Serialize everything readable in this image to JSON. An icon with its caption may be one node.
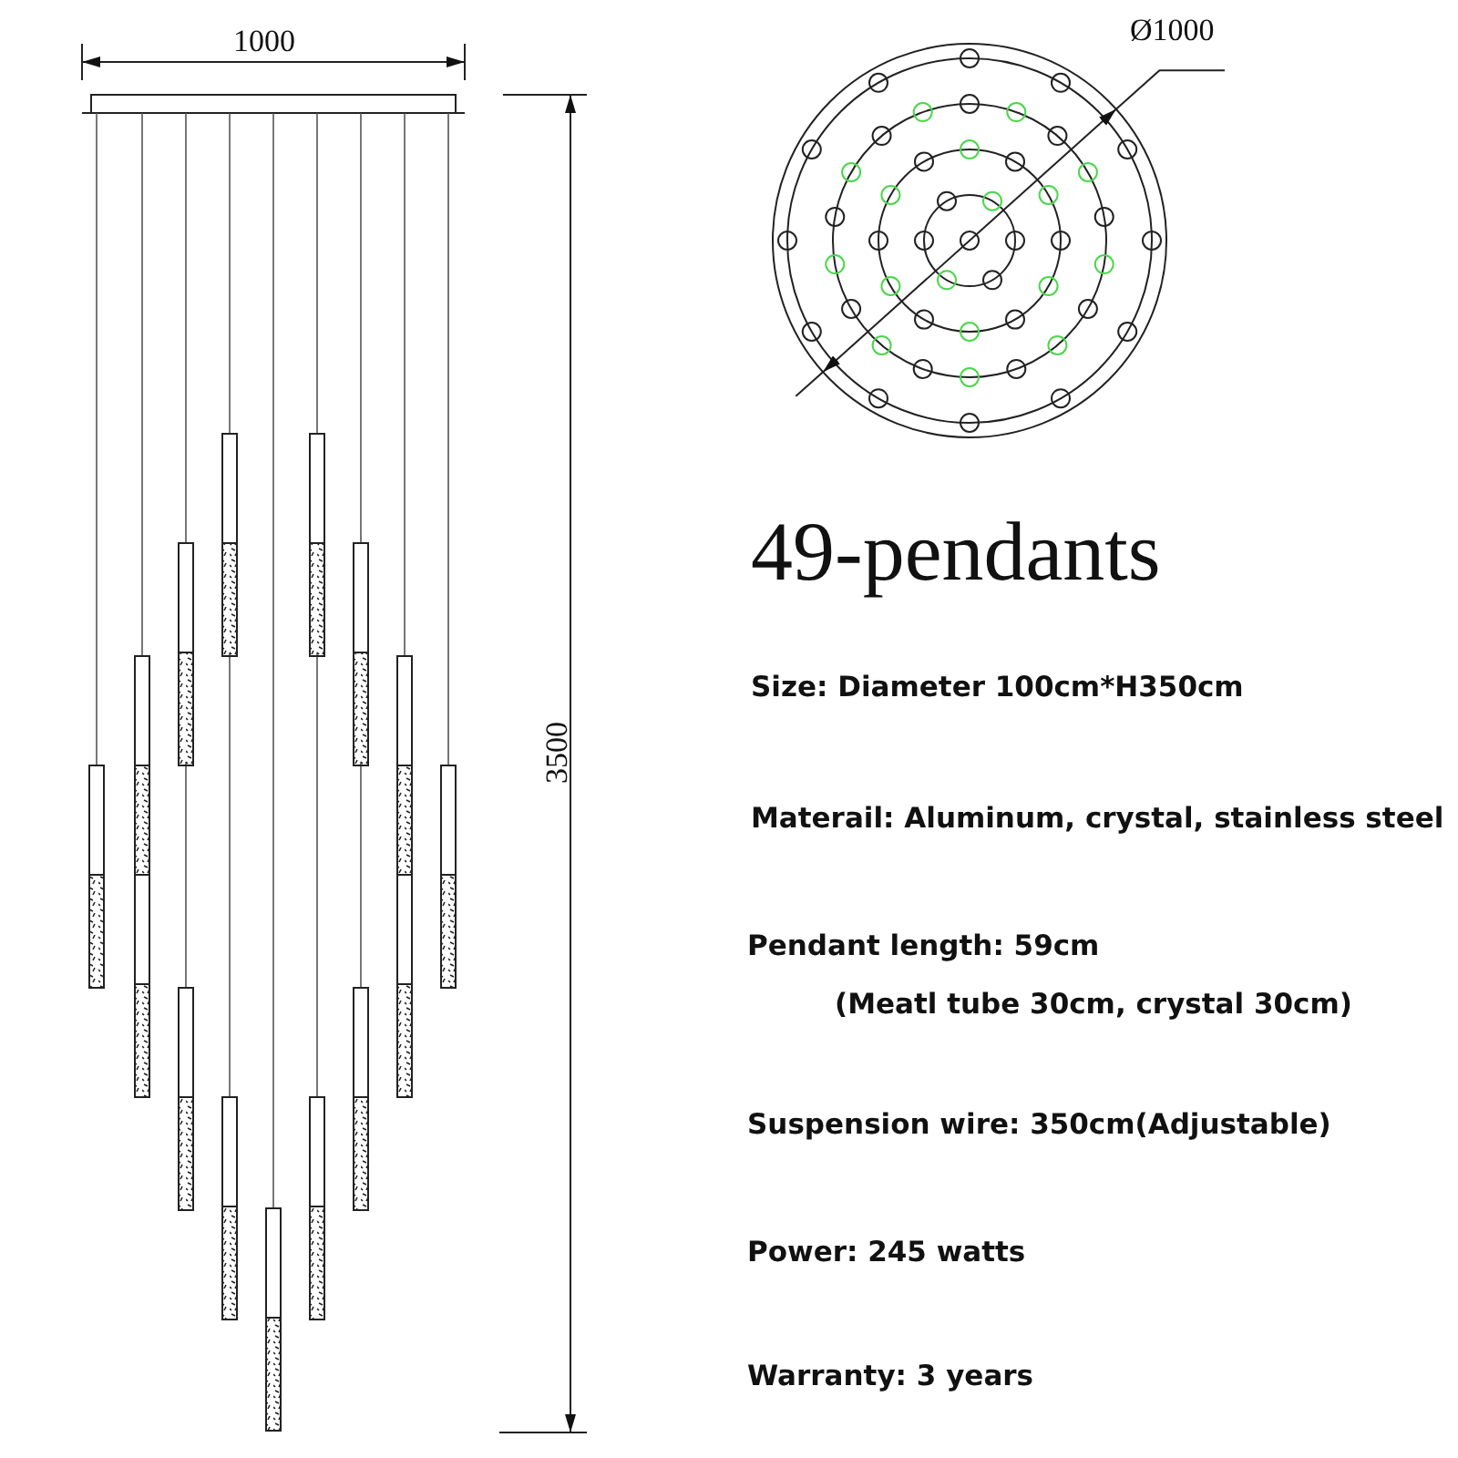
{
  "diagram": {
    "title": "49-pendants",
    "labels": [
      "1000",
      "Ø1000",
      "3500",
      "Size: Diameter 100cm*H350cm",
      "Materail: Aluminum, crystal, stainless steel",
      "Pendant length: 59cm",
      "(Meatl tube 30cm, crystal 30cm)",
      "Suspension wire: 350cm(Adjustable)",
      "Power: 245 watts",
      "Warranty: 3 years"
    ]
  }
}
